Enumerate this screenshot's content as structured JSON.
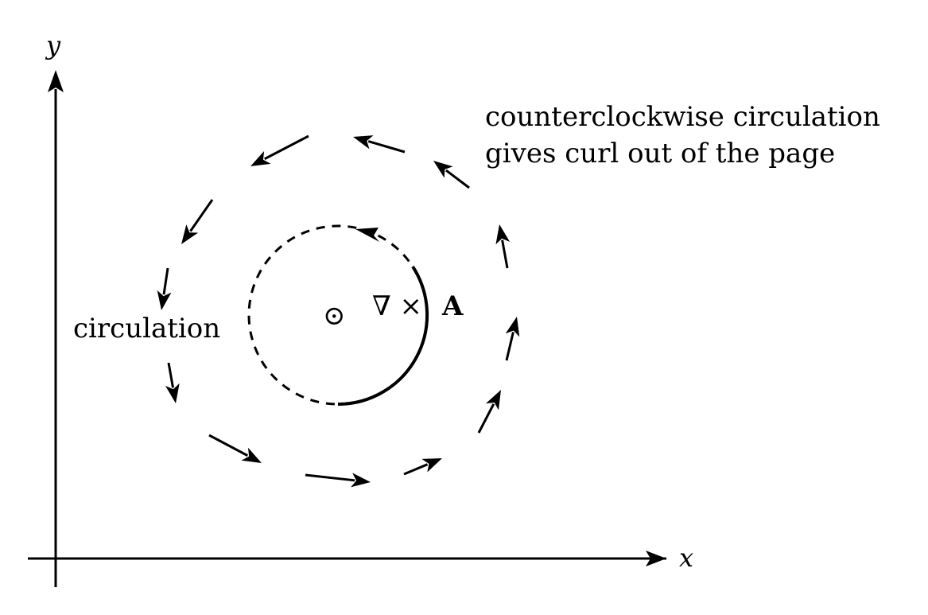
{
  "axes": {
    "x_label": "x",
    "y_label": "y"
  },
  "labels": {
    "circulation": "circulation",
    "annotation_line1": "counterclockwise circulation",
    "annotation_line2": "gives curl out of the page",
    "curl_operator": "∇ ×",
    "curl_vector": "A",
    "out_of_page_symbol": "⊙"
  },
  "colors": {
    "ink": "#000000",
    "background": "#ffffff"
  }
}
